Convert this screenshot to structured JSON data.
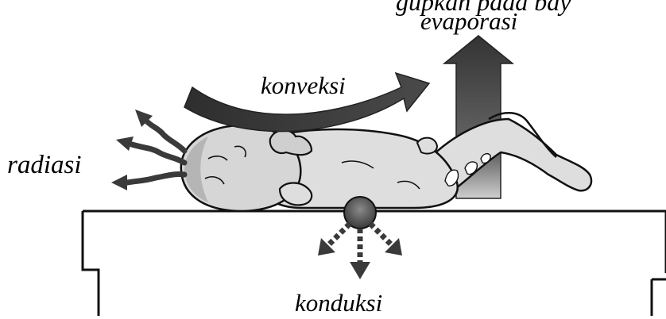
{
  "labels": {
    "top_fragment": "gupkan pada bay",
    "evaporasi": "evaporasi",
    "konveksi": "konveksi",
    "radiasi": "radiasi",
    "konduksi": "konduksi"
  },
  "colors": {
    "arrow_dark": "#3c3c3c",
    "outline": "#111111",
    "baby_fill": "#dedede",
    "table_fill": "#ffffff",
    "contact_fill": "#6a6a6a"
  }
}
